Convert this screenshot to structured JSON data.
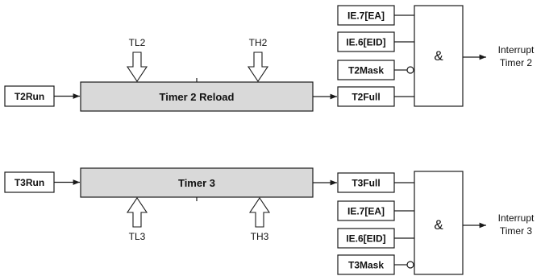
{
  "colors": {
    "stroke": "#1a1a1a",
    "timer_fill": "#d9d9d9",
    "box_fill": "#ffffff"
  },
  "timer2": {
    "run_label": "T2Run",
    "block_label": "Timer 2 Reload",
    "tl_label": "TL2",
    "th_label": "TH2",
    "full_label": "T2Full",
    "ea_label": "IE.7[EA]",
    "eid_label": "IE.6[EID]",
    "mask_label": "T2Mask",
    "gate_label": "&",
    "output_line1": "Interrupt",
    "output_line2": "Timer 2"
  },
  "timer3": {
    "run_label": "T3Run",
    "block_label": "Timer 3",
    "tl_label": "TL3",
    "th_label": "TH3",
    "full_label": "T3Full",
    "ea_label": "IE.7[EA]",
    "eid_label": "IE.6[EID]",
    "mask_label": "T3Mask",
    "gate_label": "&",
    "output_line1": "Interrupt",
    "output_line2": "Timer 3"
  }
}
